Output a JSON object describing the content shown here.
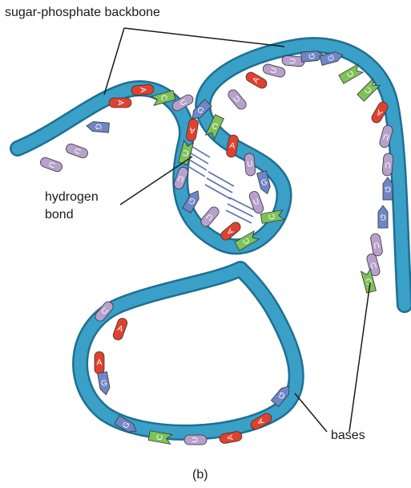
{
  "labels": {
    "backbone": "sugar-phosphate backbone",
    "hydrogen_bond_line1": "hydrogen",
    "hydrogen_bond_line2": "bond",
    "bases": "bases",
    "caption": "(b)"
  },
  "colors": {
    "backbone": "#3aa0c8",
    "backbone_dark": "#1f6f93",
    "A": "#e0412f",
    "U": "#b7a0cc",
    "G": "#6f86c6",
    "C": "#7fc257",
    "hbond": "#5570b0"
  },
  "bases": [
    {
      "letter": "U",
      "shape": "cylinder"
    },
    {
      "letter": "U",
      "shape": "cylinder"
    },
    {
      "letter": "G",
      "shape": "arrow"
    },
    {
      "letter": "A",
      "shape": "cylinder"
    },
    {
      "letter": "A",
      "shape": "cylinder"
    },
    {
      "letter": "C",
      "shape": "notch"
    },
    {
      "letter": "U",
      "shape": "cylinder"
    },
    {
      "letter": "G",
      "shape": "arrow"
    },
    {
      "letter": "C",
      "shape": "notch"
    },
    {
      "letter": "A",
      "shape": "cylinder"
    },
    {
      "letter": "U",
      "shape": "cylinder"
    },
    {
      "letter": "G",
      "shape": "arrow"
    },
    {
      "letter": "U",
      "shape": "cylinder"
    },
    {
      "letter": "A",
      "shape": "cylinder"
    },
    {
      "letter": "C",
      "shape": "notch"
    },
    {
      "letter": "U",
      "shape": "cylinder"
    },
    {
      "letter": "G",
      "shape": "arrow"
    },
    {
      "letter": "U",
      "shape": "cylinder"
    },
    {
      "letter": "A",
      "shape": "cylinder"
    },
    {
      "letter": "C",
      "shape": "notch"
    },
    {
      "letter": "C",
      "shape": "notch"
    },
    {
      "letter": "U",
      "shape": "cylinder"
    },
    {
      "letter": "A",
      "shape": "cylinder"
    },
    {
      "letter": "U",
      "shape": "cylinder"
    },
    {
      "letter": "U",
      "shape": "cylinder"
    },
    {
      "letter": "G",
      "shape": "arrow"
    },
    {
      "letter": "G",
      "shape": "arrow"
    },
    {
      "letter": "C",
      "shape": "notch"
    },
    {
      "letter": "C",
      "shape": "notch"
    },
    {
      "letter": "A",
      "shape": "cylinder"
    },
    {
      "letter": "U",
      "shape": "cylinder"
    },
    {
      "letter": "U",
      "shape": "cylinder"
    },
    {
      "letter": "G",
      "shape": "arrow"
    },
    {
      "letter": "G",
      "shape": "arrow"
    },
    {
      "letter": "U",
      "shape": "cylinder"
    },
    {
      "letter": "U",
      "shape": "cylinder"
    },
    {
      "letter": "C",
      "shape": "notch"
    },
    {
      "letter": "U",
      "shape": "cylinder"
    },
    {
      "letter": "A",
      "shape": "cylinder"
    },
    {
      "letter": "A",
      "shape": "cylinder"
    },
    {
      "letter": "G",
      "shape": "arrow"
    },
    {
      "letter": "G",
      "shape": "arrow"
    },
    {
      "letter": "C",
      "shape": "notch"
    },
    {
      "letter": "U",
      "shape": "cylinder"
    },
    {
      "letter": "A",
      "shape": "cylinder"
    },
    {
      "letter": "A",
      "shape": "cylinder"
    },
    {
      "letter": "G",
      "shape": "arrow"
    }
  ]
}
